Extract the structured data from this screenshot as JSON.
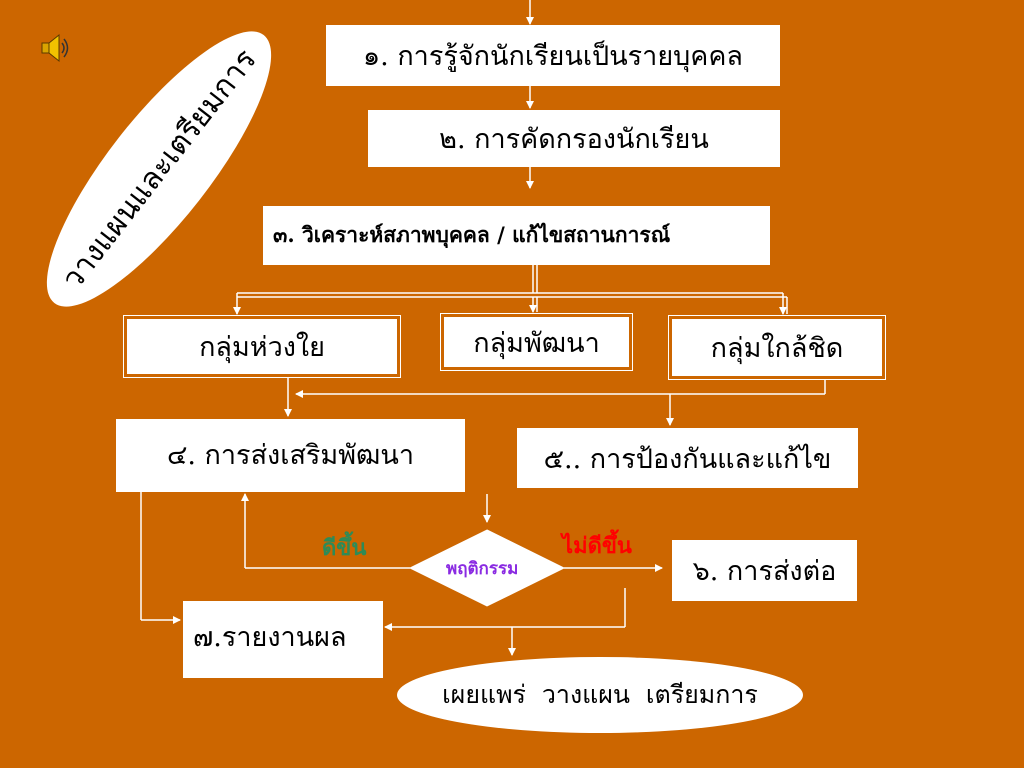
{
  "colors": {
    "background": "#cc6600",
    "box_fill": "#ffffff",
    "label_improved": "#2e8b57",
    "label_not_improved": "#ff0000",
    "label_behavior": "#8a2be2"
  },
  "icons": {
    "speaker": "speaker-icon"
  },
  "side_label": "วางแผนและเตรียมการ",
  "steps": {
    "s1": "๑. การรู้จักนักเรียนเป็นรายบุคคล",
    "s2": "๒. การคัดกรองนักเรียน",
    "s3": "๓. วิเคราะห์สภาพบุคคล / แก้ไขสถานการณ์",
    "s4": "๔. การส่งเสริมพัฒนา",
    "s5": "๕.. การป้องกันและแก้ไข",
    "s6": "๖. การส่งต่อ",
    "s7": "๗.รายงานผล"
  },
  "groups": {
    "concern": "กลุ่มห่วงใย",
    "develop": "กลุ่มพัฒนา",
    "close": "กลุ่มใกล้ชิด"
  },
  "decision": {
    "label": "พฤติกรรม",
    "improved": "ดีขึ้น",
    "not_improved": "ไม่ดีขึ้น"
  },
  "final": "เผยแพร่  วางแผน  เตรียมการ"
}
